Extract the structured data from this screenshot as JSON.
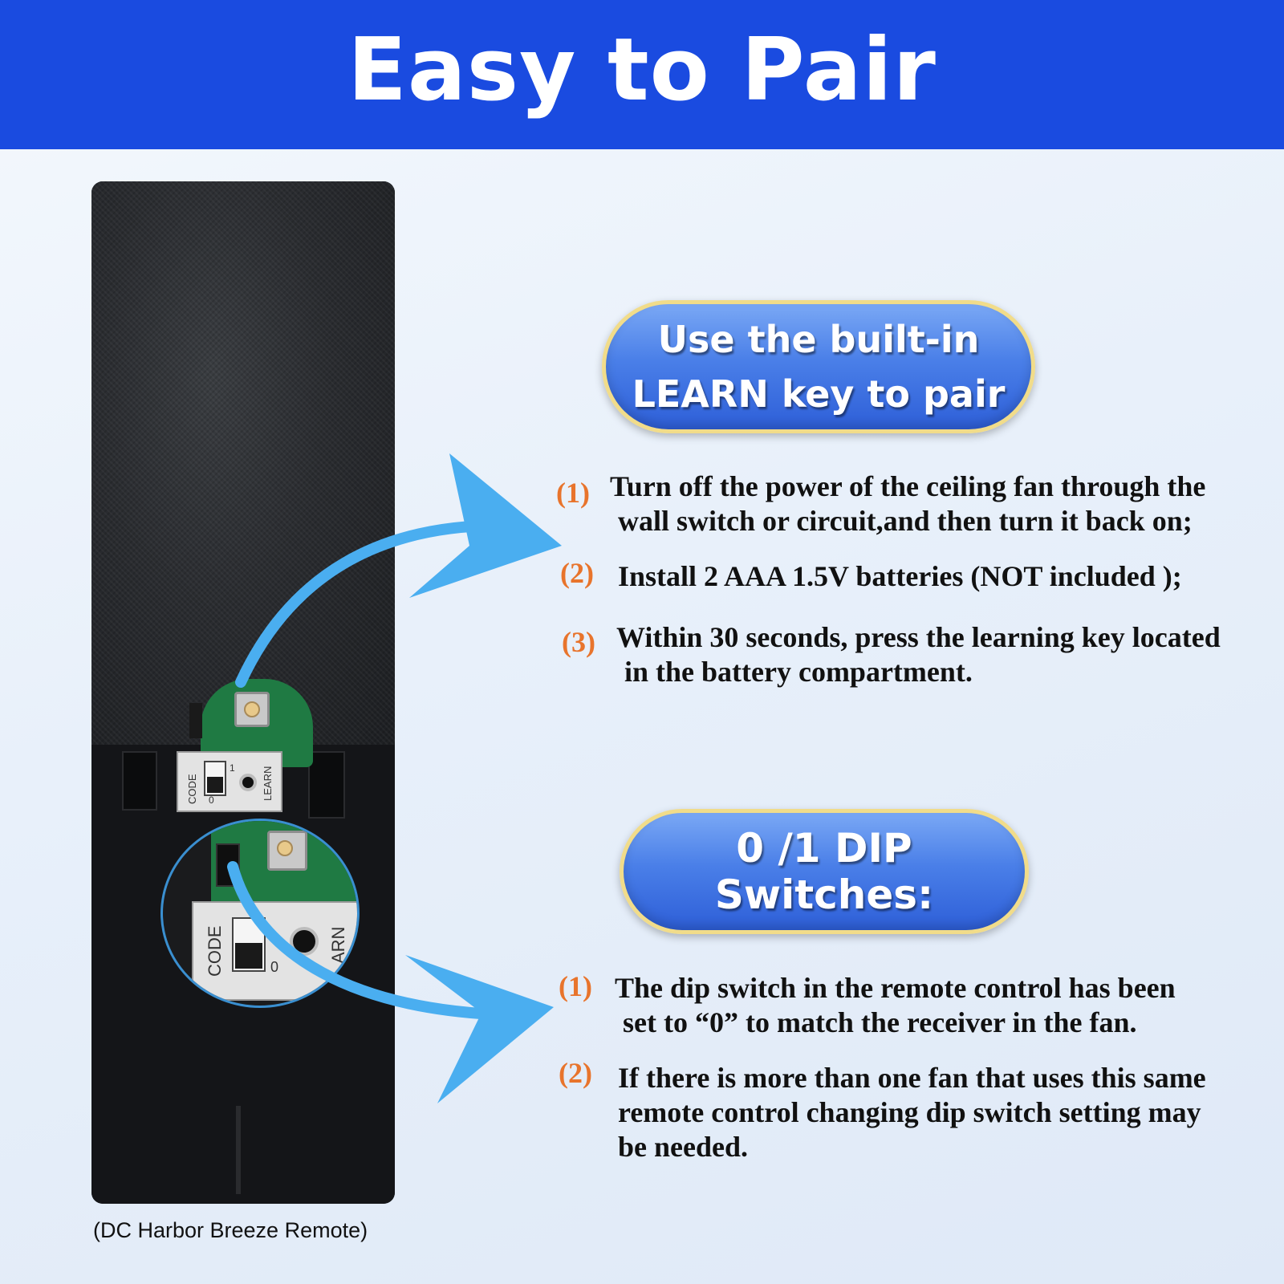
{
  "header": {
    "title": "Easy to Pair",
    "background_color": "#1a4be0"
  },
  "remote": {
    "code_label": "CODE",
    "learn_label": "LEARN",
    "switch_zero": "0",
    "switch_one": "1",
    "zoom_code_label": "CODE",
    "zoom_learn_label": "ARN",
    "zoom_switch_zero": "0",
    "caption": "(DC Harbor Breeze Remote)"
  },
  "learn_section": {
    "badge_line1": "Use the built-in",
    "badge_line2": "LEARN key to pair",
    "steps": [
      {
        "num": "(1)",
        "line1": "Turn off the power of the ceiling fan through the",
        "line2": "wall switch or circuit,and then turn it back on;"
      },
      {
        "num": "(2)",
        "line1": "Install 2 AAA 1.5V batteries (NOT included );",
        "line2": ""
      },
      {
        "num": "(3)",
        "line1": "Within 30 seconds, press the learning key located",
        "line2": "in the battery compartment."
      }
    ]
  },
  "dip_section": {
    "badge": "0 /1 DIP Switches:",
    "steps": [
      {
        "num": "(1)",
        "line1": "The dip switch in the remote control has been",
        "line2": "set to “0” to match the receiver in the fan.",
        "line3": ""
      },
      {
        "num": "(2)",
        "line1": "If there is more than one fan that uses this same",
        "line2": "remote control changing dip switch setting may",
        "line3": "be needed."
      }
    ]
  },
  "colors": {
    "accent_number": "#e8742c",
    "arrow": "#4aaef0",
    "badge_border": "#f1dc8a"
  }
}
